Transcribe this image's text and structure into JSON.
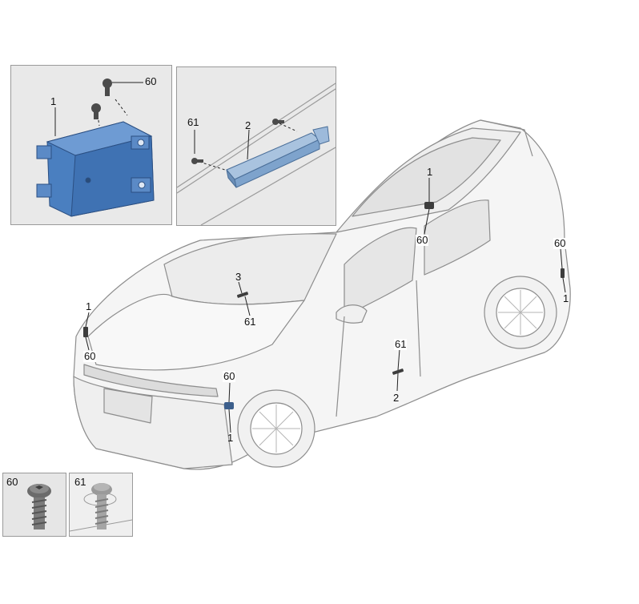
{
  "callouts": {
    "module_panel_part": "1",
    "module_panel_screw": "60",
    "antenna_panel_screw": "61",
    "antenna_panel_part": "2",
    "roof_part": "1",
    "roof_screw": "60",
    "rear_screw": "60",
    "rear_part": "1",
    "windshield_part": "3",
    "windshield_screw": "61",
    "front_left_part": "1",
    "front_left_screw": "60",
    "front_bumper_screw": "60",
    "front_bumper_part": "1",
    "door_screw": "61",
    "door_part": "2"
  },
  "thumbnails": {
    "screw_60_label": "60",
    "screw_61_label": "61"
  },
  "colors": {
    "part_blue": "#4a7fc0",
    "part_blue_dark": "#2f5f9a",
    "antenna_blue": "#7ea3cc",
    "panel_bg": "#e9e9e9",
    "car_line": "#8a8a8a",
    "car_fill": "#f4f4f4",
    "screw_gray": "#6e6e6e"
  }
}
